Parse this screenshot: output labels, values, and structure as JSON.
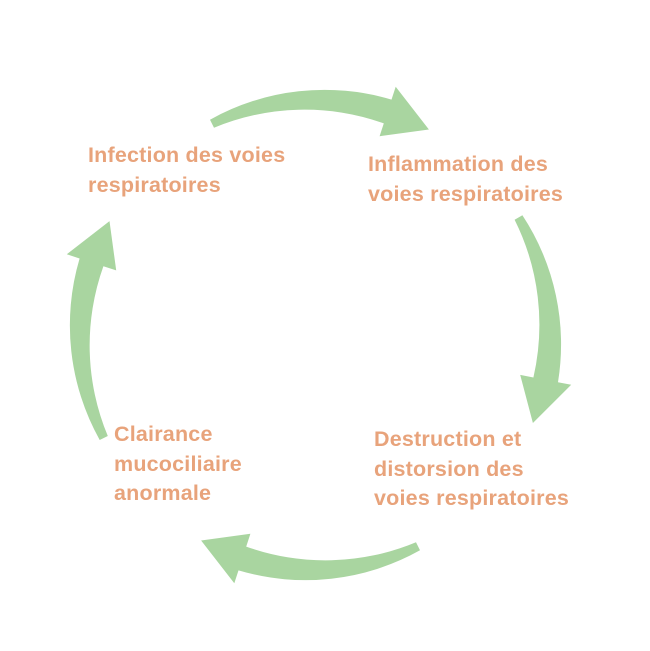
{
  "diagram": {
    "type": "cycle",
    "colors": {
      "label": "#e8a37b",
      "arrow": "#a9d5a0",
      "background": "#ffffff"
    },
    "nodes": [
      {
        "label": "Infection des voies\nrespiratoires"
      },
      {
        "label": "Inflammation des\nvoies respiratoires"
      },
      {
        "label": "Destruction et\ndistorsion des\nvoies respiratoires"
      },
      {
        "label": "Clairance\nmucociliaire\nanormale"
      }
    ],
    "cycle_order": [
      "Infection des voies respiratoires",
      "Inflammation des voies respiratoires",
      "Destruction et distorsion des voies respiratoires",
      "Clairance mucociliaire anormale"
    ]
  }
}
